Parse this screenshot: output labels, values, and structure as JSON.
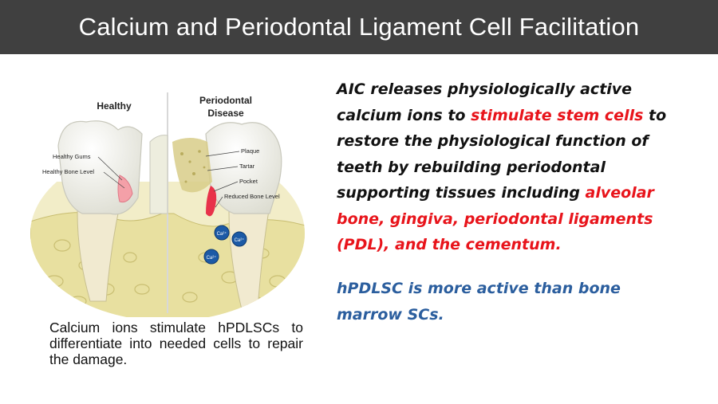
{
  "slide": {
    "title": "Calcium and Periodontal Ligament Cell Facilitation"
  },
  "figure": {
    "labels": {
      "healthy": "Healthy",
      "disease_line1": "Periodontal",
      "disease_line2": "Disease",
      "healthy_gums": "Healthy Gums",
      "healthy_bone_level": "Healthy Bone Level",
      "plaque": "Plaque",
      "tartar": "Tartar",
      "pocket": "Pocket",
      "reduced_bone_level": "Reduced Bone Level",
      "ion": "Ca²⁺"
    },
    "colors": {
      "bone": "#e8e0a0",
      "gum": "#f4a0a8",
      "tooth": "#f6f6ee",
      "plaque": "#d8cc88",
      "ion": "#1c5aa6"
    }
  },
  "caption": "Calcium ions stimulate hPDLSCs to differentiate into needed cells to repair the damage.",
  "main_text": {
    "part1": " AIC releases physiologically active calcium ions to ",
    "highlight1": "stimulate stem cells",
    "part2": " to restore the physiological function of teeth by rebuilding periodontal supporting tissues including ",
    "highlight2": "alveolar bone, gingiva, periodontal ligaments (PDL), and the cementum."
  },
  "note": "hPDLSC is more active than bone marrow SCs."
}
